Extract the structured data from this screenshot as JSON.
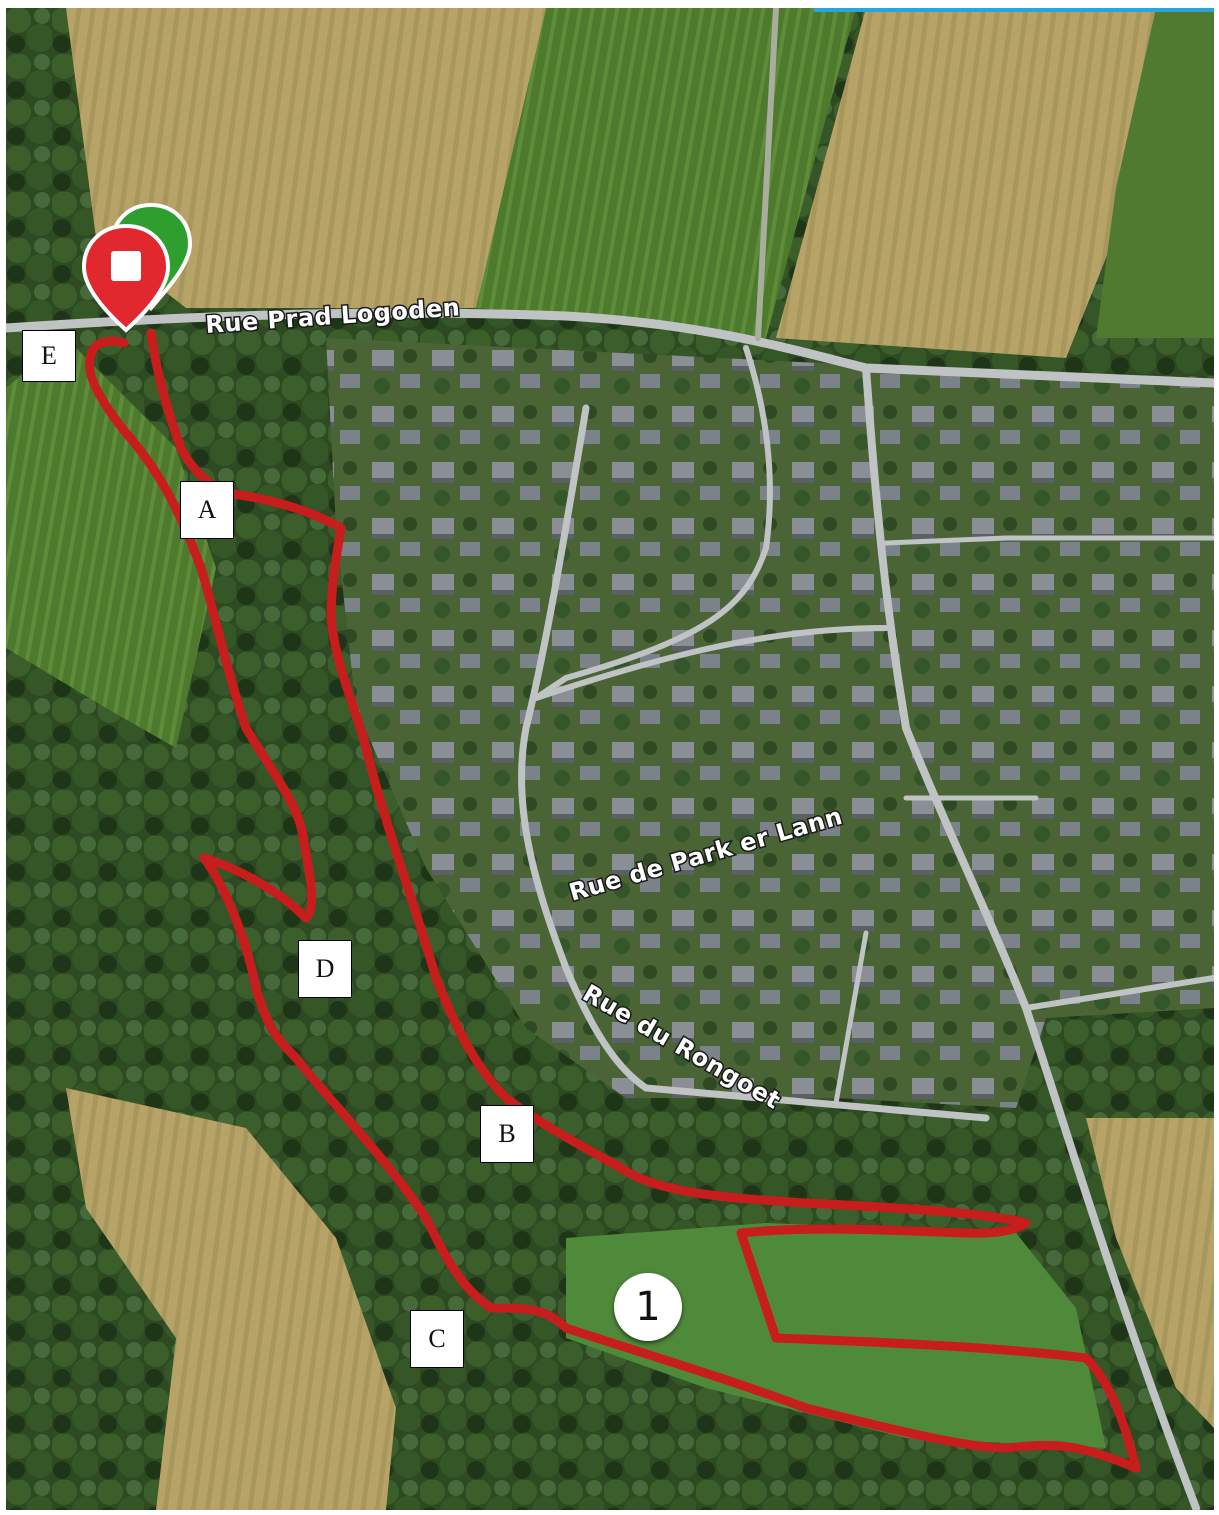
{
  "map": {
    "type": "satellite",
    "route_color": "#c81d1d",
    "roads": [
      {
        "id": "rue-prad-logoden",
        "name": "Rue Prad Logoden"
      },
      {
        "id": "rue-de-park-er-lann",
        "name": "Rue de Park er Lann"
      },
      {
        "id": "rue-du-rongoet",
        "name": "Rue du Rongoet"
      }
    ],
    "point_labels": [
      "A",
      "B",
      "C",
      "D",
      "E"
    ],
    "lap_marker": "1",
    "markers": [
      {
        "name": "finish-marker",
        "icon": "stop-icon",
        "color": "#e0282e"
      },
      {
        "name": "start-marker",
        "icon": "start-pin-icon",
        "color": "#2e9e2e"
      }
    ]
  }
}
